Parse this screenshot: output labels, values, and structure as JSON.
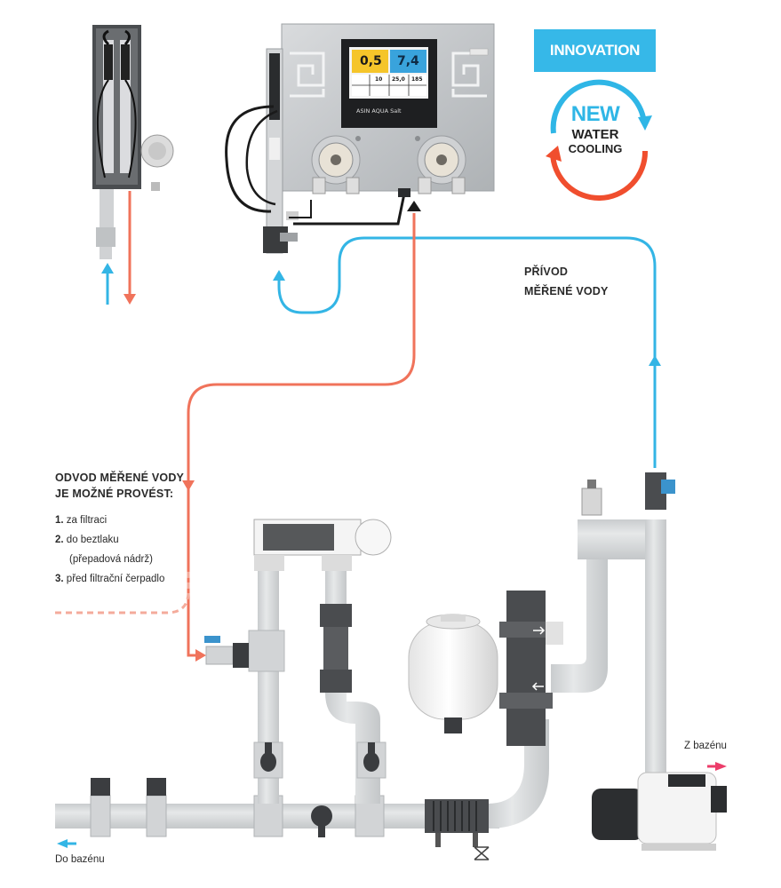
{
  "badge": {
    "label": "INNOVATION"
  },
  "logo": {
    "line1": "NEW",
    "line2": "WATER",
    "line3": "COOLING",
    "arrow_blue": "#2fb6e6",
    "arrow_red": "#f04e2e"
  },
  "controller": {
    "brand": "ASIN AQUA Salt",
    "chlorine_value": "0,5",
    "ph_value": "7,4",
    "cell_1": "10",
    "cell_2": "25,0",
    "cell_3": "185"
  },
  "labels": {
    "privod_line1": "PŘÍVOD",
    "privod_line2": "MĚŘENÉ VODY",
    "odvod_line1": "ODVOD MĚŘENÉ VODY",
    "odvod_line2": "JE MOŽNÉ PROVÉST:",
    "option1_num": "1.",
    "option1_text": "za filtraci",
    "option2_num": "2.",
    "option2_text": "do beztlaku",
    "option2_note": "(přepadová nádrž)",
    "option3_num": "3.",
    "option3_text": "před filtrační čerpadlo",
    "from_pool": "Z bazénu",
    "to_pool": "Do bazénu"
  },
  "colors": {
    "inflow_blue": "#33b5e5",
    "outflow_red": "#f0735b",
    "pipe_gray": "#d6d8da",
    "pipe_edge": "#b4b7ba",
    "accent_pink": "#ec3d6a",
    "badge_blue": "#36b8e8"
  }
}
